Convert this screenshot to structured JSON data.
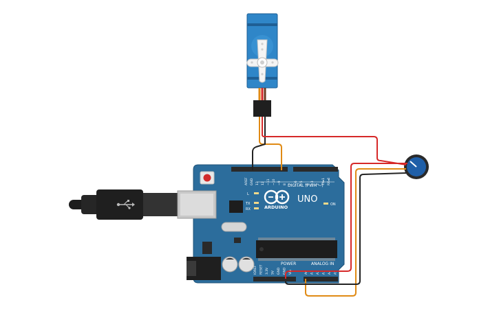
{
  "board": {
    "model_label": "UNO",
    "brand_label": "ARDUINO",
    "on_label": "ON",
    "l_label": "L",
    "tx_label": "TX",
    "rx_label": "RX",
    "digital_label": "DIGITAL (PWM ~)",
    "power_label": "POWER",
    "analog_label": "ANALOG IN",
    "aref_label": "AREF",
    "gnd_label": "GND",
    "digital_pins": [
      "13",
      "12",
      "~11",
      "~10",
      "~9",
      "8",
      "7",
      "~6",
      "~5",
      "4",
      "~3",
      "2",
      "TX▸1",
      "RX◂0"
    ],
    "power_pins": [
      "IOREF",
      "RESET",
      "3.3V",
      "5V",
      "GND",
      "GND",
      "Vin"
    ],
    "analog_pins": [
      "A0",
      "A1",
      "A2",
      "A3",
      "A4",
      "A5"
    ]
  },
  "colors": {
    "board": "#2c6d9c",
    "board_dark": "#1f5378",
    "header": "#2a2a2a",
    "wire_red": "#d62828",
    "wire_black": "#222222",
    "wire_orange": "#e08a14",
    "servo_body": "#2f86c8",
    "knob": "#1f5fa8"
  }
}
